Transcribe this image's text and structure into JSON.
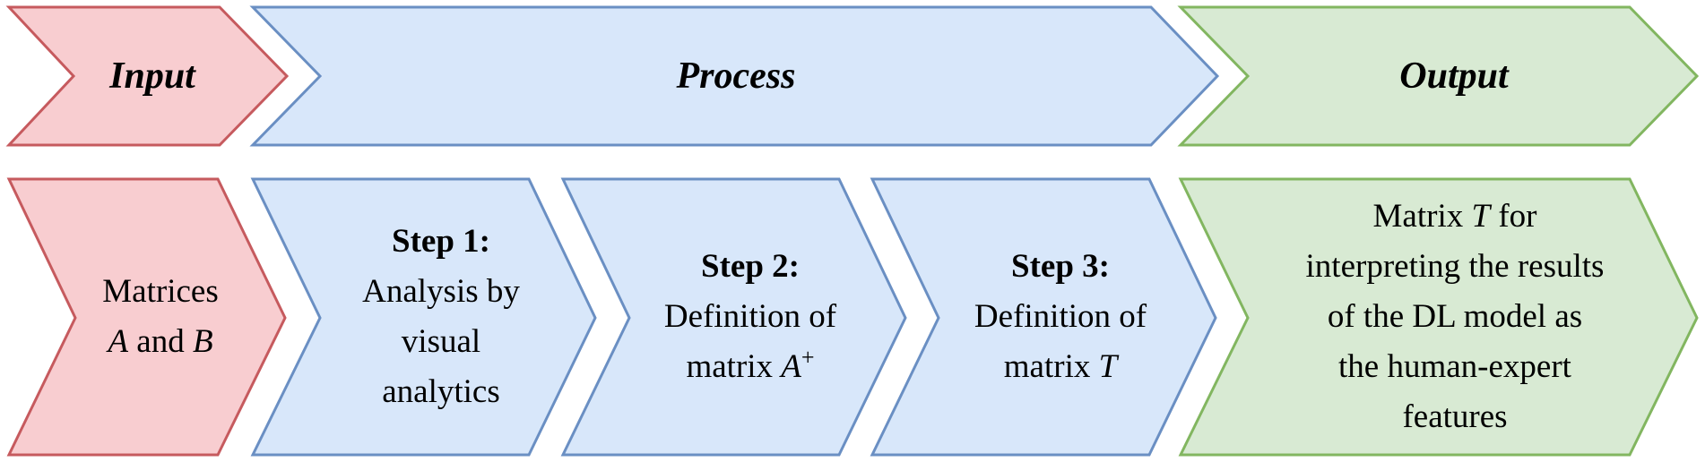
{
  "colors": {
    "input_fill": "#f8cdd0",
    "input_stroke": "#c65a5e",
    "process_fill": "#d8e7fa",
    "process_stroke": "#6a8fc3",
    "output_fill": "#d8ead3",
    "output_stroke": "#82b660"
  },
  "header": {
    "input": "Input",
    "process": "Process",
    "output": "Output"
  },
  "input_box": {
    "line1": "Matrices",
    "var_a": "A",
    "and": " and ",
    "var_b": "B"
  },
  "step1": {
    "title": "Step 1:",
    "line1": "Analysis by",
    "line2": "visual",
    "line3": "analytics"
  },
  "step2": {
    "title": "Step 2:",
    "line1": "Definition of",
    "prefix": "matrix ",
    "var": "A",
    "sup": "+"
  },
  "step3": {
    "title": "Step 3:",
    "line1": "Definition of",
    "prefix": "matrix ",
    "var": "T"
  },
  "output_box": {
    "prefix": "Matrix ",
    "var": "T",
    "suffix": " for",
    "line2": "interpreting the results",
    "line3": "of the DL model as",
    "line4": "the human-expert",
    "line5": "features"
  }
}
